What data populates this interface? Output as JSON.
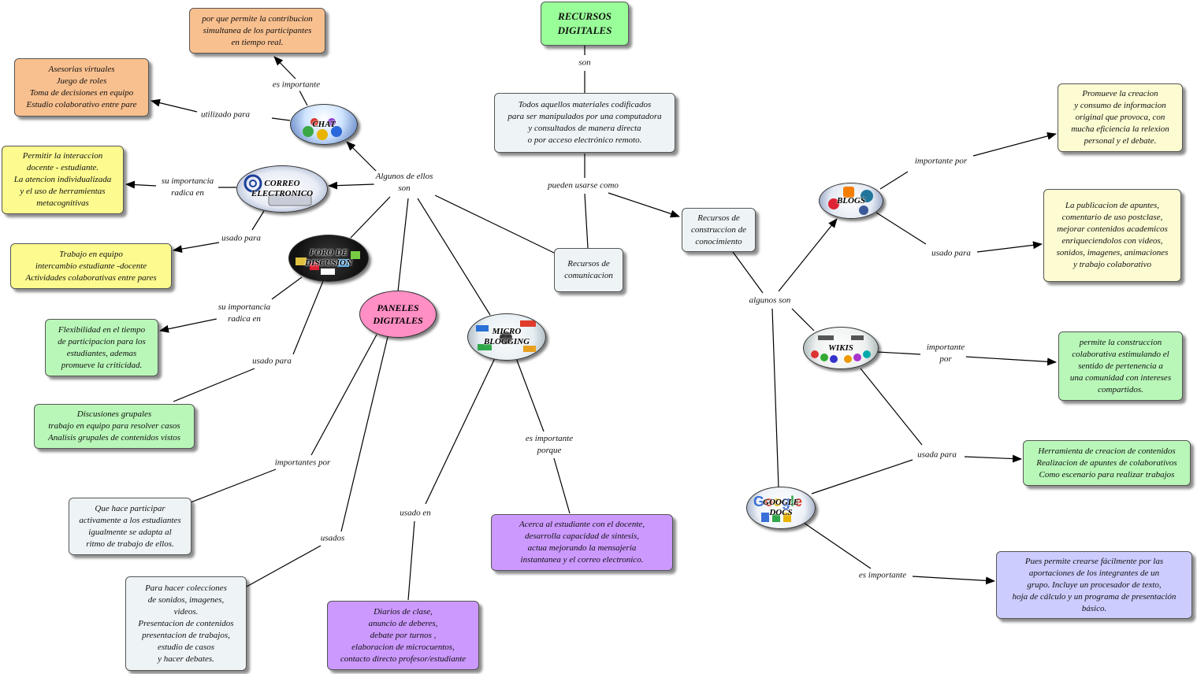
{
  "title": "RECURSOS\nDIGITALES",
  "definition": "Todos aquellos materiales codificados\npara ser manipulados por una computadora\ny consultados de manera directa\no por acceso electrónico remoto.",
  "links": {
    "son": "son",
    "pueden_usarse": "pueden usarse como",
    "algunos_de_ellos": "Algunos de ellos\nson",
    "algunos_son": "algunos son",
    "chat_importante": "es importante",
    "chat_utilizado": "utilizado para",
    "correo_importancia": "su importancia\nradica en",
    "correo_usado": "usado para",
    "foro_importancia": "su importancia\nradica en",
    "foro_usado": "usado para",
    "paneles_importantes": "importantes por",
    "paneles_usados": "usados",
    "micro_usado": "usado en",
    "micro_importante": "es importante\nporque",
    "blogs_importante": "importante  por",
    "blogs_usado": "usado para",
    "wikis_importante": "importante\npor",
    "wikis_usada": "usada para",
    "google_importante": "es importante"
  },
  "categories": {
    "comunicacion": "Recursos de\ncomunicacion",
    "construccion": "Recursos de\nconstruccion de\nconocimiento"
  },
  "tools": {
    "chat": "CHAT",
    "correo": "CORREO\nELECTRONICO",
    "foro": "FORO DE\nDISCUSION",
    "paneles": "PANELES\nDIGITALES",
    "micro": "MICRO\nBLOGGING",
    "blogs": "BLOGS",
    "wikis": "WIKIS",
    "google": "GOOGLE\nDOCS"
  },
  "boxes": {
    "chat_importante": "por que permite la contribucion\nsimultanea de los participantes\nen tiempo real.",
    "chat_utilizado": "Asesorias virtuales\nJuego de roles\nToma de decisiones en equipo\nEstudio colaborativo entre pare",
    "correo_importancia": "Permitir la interaccion\ndocente - estudiante.\nLa atencion individualizada\ny el uso de herramientas\nmetacognitivas",
    "correo_usado": "Trabajo en equipo\nintercambio estudiante -docente\nActividades colaborativas entre pares",
    "foro_importancia": "Flexibilidad en el tiempo\nde participacion para  los\nestudiantes, ademas\npromueve la criticidad.",
    "foro_usado": "Discusiones grupales\ntrabajo en equipo para resolver casos\nAnalisis grupales de contenidos vistos",
    "paneles_importantes": "Que hace participar\nactivamente a los estudiantes\nigualmente se adapta al\nritmo de trabajo de ellos.",
    "paneles_usados": "Para hacer colecciones\nde sonidos, imagenes,\nvideos.\nPresentacion de contenidos\npresentacion de trabajos,\nestudio de casos\ny hacer debates.",
    "micro_usado": "Diarios de clase,\nanuncio de deberes,\ndebate por turnos ,\nelaboracion de microcuentos,\ncontacto directo profesor/estudiante",
    "micro_importante": "Acerca al estudiante con el docente,\ndesarrolla capacidad de sintesis,\nactua mejorando la mensajeria\ninstantanea y el correo electronico.",
    "blogs_importante": "Promueve la creacion\ny consumo de informacion\noriginal que provoca, con\nmucha eficiencia la relexion\npersonal y el debate.",
    "blogs_usado": "La publicacion de apuntes,\ncomentario de uso postclase,\nmejorar contenidos academicos\nenriqueciendolos con videos,\nsonidos, imagenes, animaciones\ny trabajo colaborativo",
    "wikis_importante": "permite la construccion\ncolaborativa estimulando el\nsentido de pertenencia a\nuna comunidad con intereses\ncompartidos.",
    "wikis_usada": "Herramienta de creacion de contenidos\nRealizacion de apuntes de colaborativos\nComo escenario para realizar trabajos",
    "google_importante": "Pues permite crearse fácilmente por las\naportaciones de los integrantes de un\ngrupo. Incluye un procesador de texto,\nhoja de cálculo y un programa de presentación\nbásico."
  },
  "colors": {
    "title": "#99ff99",
    "orange": "#f9c08f",
    "yellow": "#fdfb8f",
    "green": "#b9f7b8",
    "grey": "#eef4f6",
    "purple": "#cc99ff",
    "lavender": "#ccccff",
    "pink": "#ff8fc4"
  },
  "icons": {
    "chat": "chat-people-icon",
    "correo": "email-at-icon",
    "foro": "forum-collage-icon",
    "micro": "microblogging-collage-icon",
    "blogs": "blogger-wordpress-logos-icon",
    "wikis": "wiki-people-icon",
    "google": "google-logo-icon"
  }
}
